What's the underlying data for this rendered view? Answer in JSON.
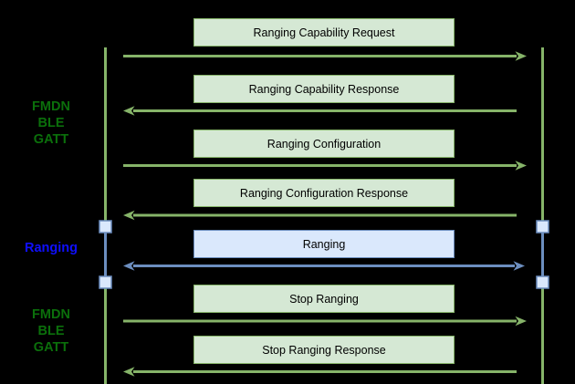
{
  "diagram_type": "sequence-diagram",
  "colors": {
    "background": "#000000",
    "green_fill": "#d5e8d4",
    "green_stroke": "#86b469",
    "blue_fill": "#dae8fc",
    "blue_stroke": "#6c8ebf",
    "phase_green_text": "#0b6f0b",
    "phase_blue_text": "#0f0fff",
    "message_text": "#000000"
  },
  "phases": [
    {
      "id": "fmdn-ble-gatt-top",
      "lines": [
        "FMDN",
        "BLE",
        "GATT"
      ],
      "color": "green"
    },
    {
      "id": "ranging",
      "lines": [
        "Ranging"
      ],
      "color": "blue"
    },
    {
      "id": "fmdn-ble-gatt-bottom",
      "lines": [
        "FMDN",
        "BLE",
        "GATT"
      ],
      "color": "green"
    }
  ],
  "messages": [
    {
      "label": "Ranging Capability Request",
      "direction": "right",
      "style": "green"
    },
    {
      "label": "Ranging Capability Response",
      "direction": "left",
      "style": "green"
    },
    {
      "label": "Ranging Configuration",
      "direction": "right",
      "style": "green"
    },
    {
      "label": "Ranging Configuration Response",
      "direction": "left",
      "style": "green"
    },
    {
      "label": "Ranging",
      "direction": "both",
      "style": "blue"
    },
    {
      "label": "Stop Ranging",
      "direction": "right",
      "style": "green"
    },
    {
      "label": "Stop Ranging Response",
      "direction": "left",
      "style": "green"
    }
  ]
}
